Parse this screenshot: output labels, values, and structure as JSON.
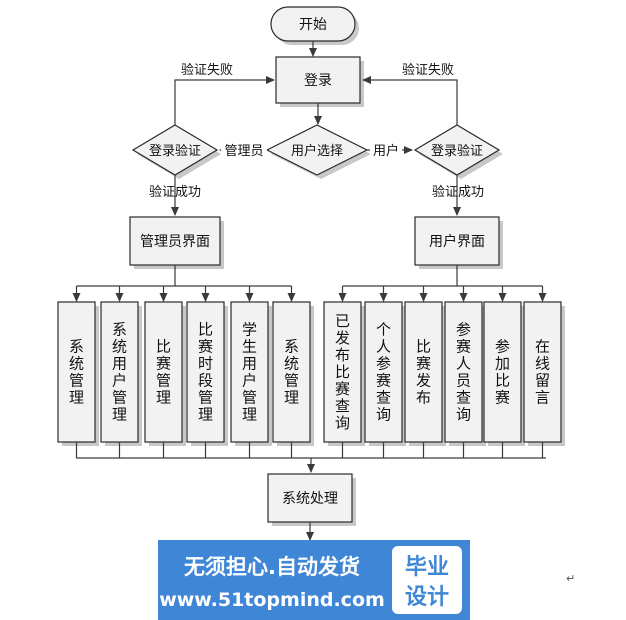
{
  "flow": {
    "start": "开始",
    "login": "登录",
    "verify_fail_left": "验证失败",
    "verify_fail_right": "验证失败",
    "verify_left": "登录验证",
    "verify_right": "登录验证",
    "role_choice": "用户选择",
    "edge_admin": "管理员",
    "edge_user": "用户",
    "verify_ok_left": "验证成功",
    "verify_ok_right": "验证成功",
    "admin_ui": "管理员界面",
    "user_ui": "用户界面",
    "process": "系统处理"
  },
  "admin_modules": [
    "系统管理",
    "系统用户管理",
    "比赛管理",
    "比赛时段管理",
    "学生用户管理",
    "系统管理"
  ],
  "user_modules": [
    "已发布比赛查询",
    "个人参赛查询",
    "比赛发布",
    "参赛人员查询",
    "参加比赛",
    "在线留言"
  ],
  "watermark": {
    "line1": "无须担心.自动发货",
    "line2": "www.51topmind.com",
    "badge_top": "毕业",
    "badge_bottom": "设计",
    "bg_color": "#3f86d6",
    "badge_color": "#ffffff",
    "badge_text_color": "#3f86d6"
  },
  "paragraph_mark": "↵"
}
